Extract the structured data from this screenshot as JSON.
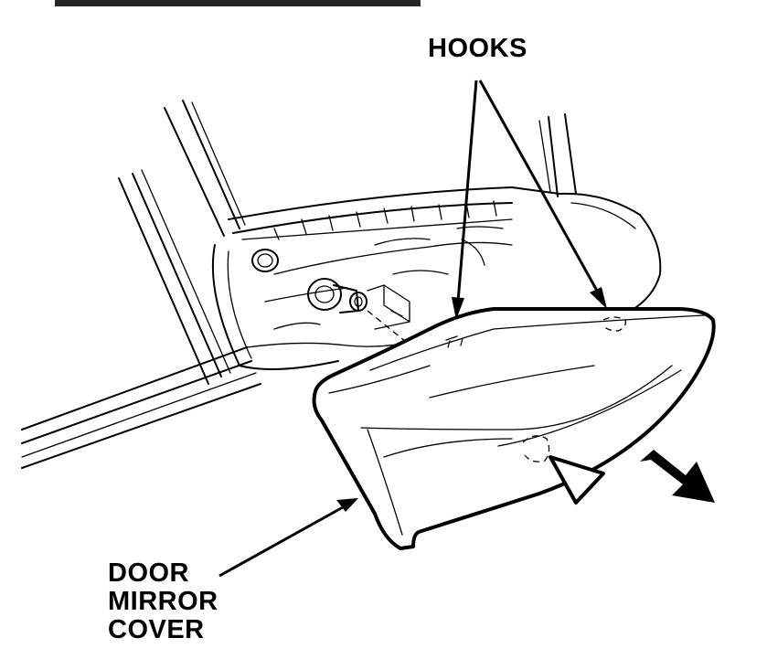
{
  "labels": {
    "hooks": "HOOKS",
    "door_mirror_cover": [
      "DOOR",
      "MIRROR",
      "COVER"
    ]
  },
  "colors": {
    "ink": "#000000",
    "paper": "#ffffff"
  },
  "icons": [
    "removal-direction-arrow",
    "pry-point-triangle"
  ]
}
